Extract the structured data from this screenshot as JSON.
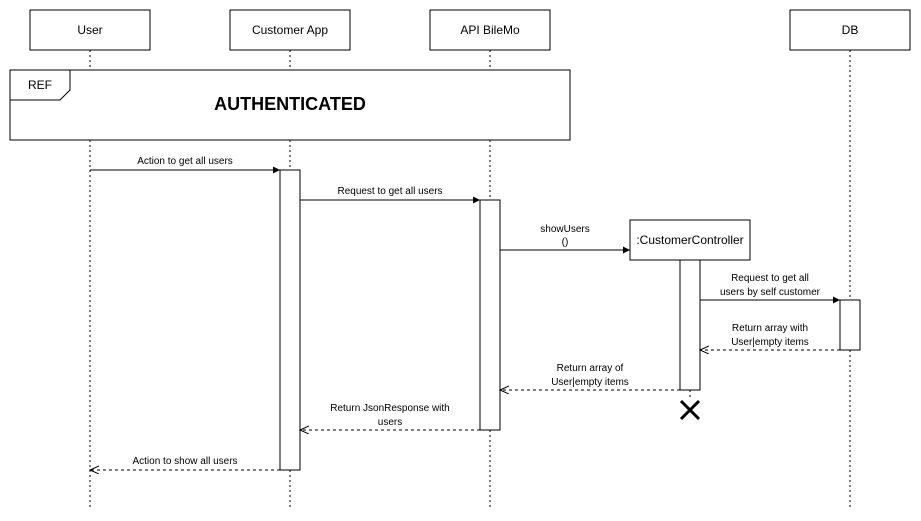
{
  "participants": [
    {
      "id": "user",
      "label": "User"
    },
    {
      "id": "customer_app",
      "label": "Customer App"
    },
    {
      "id": "api",
      "label": "API BileMo"
    },
    {
      "id": "db",
      "label": "DB"
    }
  ],
  "ref_frame": {
    "tag": "REF",
    "title": "AUTHENTICATED"
  },
  "controller": {
    "label": ":CustomerController"
  },
  "messages": [
    {
      "id": "m1",
      "lines": [
        "Action to get all users"
      ],
      "style": "sync"
    },
    {
      "id": "m2",
      "lines": [
        "Request to get all users"
      ],
      "style": "sync"
    },
    {
      "id": "m3",
      "lines": [
        "showUsers",
        "()"
      ],
      "style": "create"
    },
    {
      "id": "m4",
      "lines": [
        "Request to get all",
        "users by self customer"
      ],
      "style": "sync"
    },
    {
      "id": "m5",
      "lines": [
        "Return array with",
        "User|empty items"
      ],
      "style": "return"
    },
    {
      "id": "m6",
      "lines": [
        "Return array of",
        "User|empty items"
      ],
      "style": "return"
    },
    {
      "id": "m7",
      "lines": [
        "Return JsonResponse with",
        "users"
      ],
      "style": "return"
    },
    {
      "id": "m8",
      "lines": [
        "Action to show all users"
      ],
      "style": "return"
    }
  ]
}
